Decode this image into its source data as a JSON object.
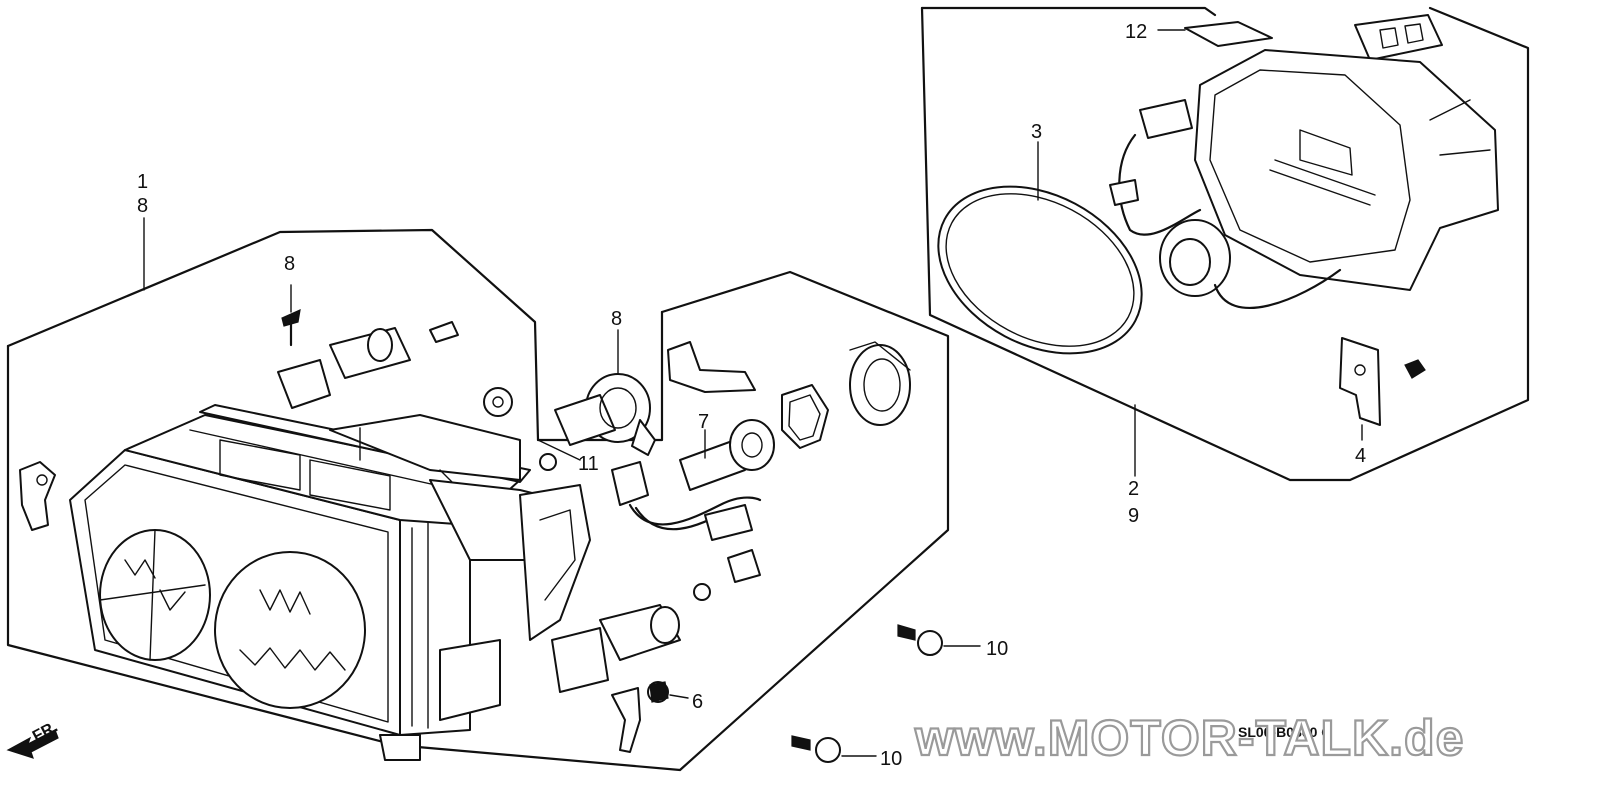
{
  "callouts": {
    "c1": "1",
    "c8_top": "8",
    "c8_screw": "8",
    "c8_bulb": "8",
    "c7": "7",
    "c11": "11",
    "c6": "6",
    "c10_a": "10",
    "c10_b": "10",
    "c12": "12",
    "c3": "3",
    "c2": "2",
    "c9": "9",
    "c4": "4"
  },
  "diagram_code": "SL00-B0800 C",
  "front_label": "FR.",
  "watermark": "www.MOTOR-TALK.de"
}
